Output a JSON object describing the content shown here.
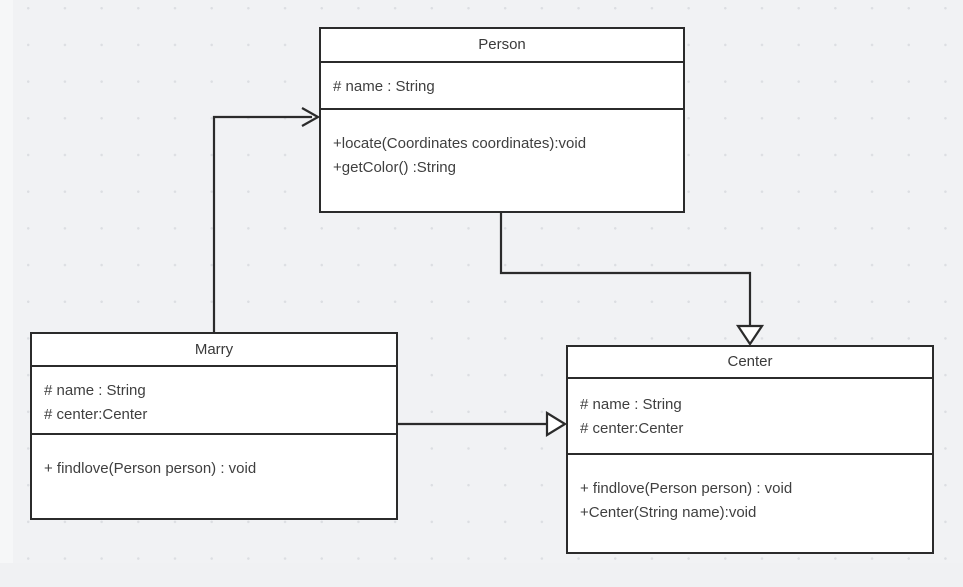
{
  "diagram": {
    "kind": "uml-class-diagram",
    "canvas": {
      "background_color": "#f1f2f4",
      "grid": "dot-grid",
      "grid_dot_color": "#dcdee2"
    },
    "stroke_color": "#2b2b2b",
    "fill_color": "#ffffff",
    "text_color": "#3f3f3f"
  },
  "classes": {
    "person": {
      "name": "Person",
      "attributes": [
        "# name : String"
      ],
      "operations": [
        "+locate(Coordinates coordinates):void",
        "+getColor() :String"
      ]
    },
    "marry": {
      "name": "Marry",
      "attributes": [
        "# name : String",
        "# center:Center"
      ],
      "operations": [
        "+ findlove(Person person) : void"
      ]
    },
    "center": {
      "name": "Center",
      "attributes": [
        "# name : String",
        "# center:Center"
      ],
      "operations": [
        "+ findlove(Person person) : void",
        "+Center(String name):void"
      ]
    }
  },
  "relationships": [
    {
      "id": "marry-to-person",
      "from": "Marry",
      "to": "Person",
      "arrowhead": "open-arrow",
      "label": ""
    },
    {
      "id": "person-to-center",
      "from": "Person",
      "to": "Center",
      "arrowhead": "hollow-triangle",
      "label": ""
    },
    {
      "id": "marry-to-center",
      "from": "Marry",
      "to": "Center",
      "arrowhead": "hollow-triangle",
      "label": ""
    }
  ]
}
